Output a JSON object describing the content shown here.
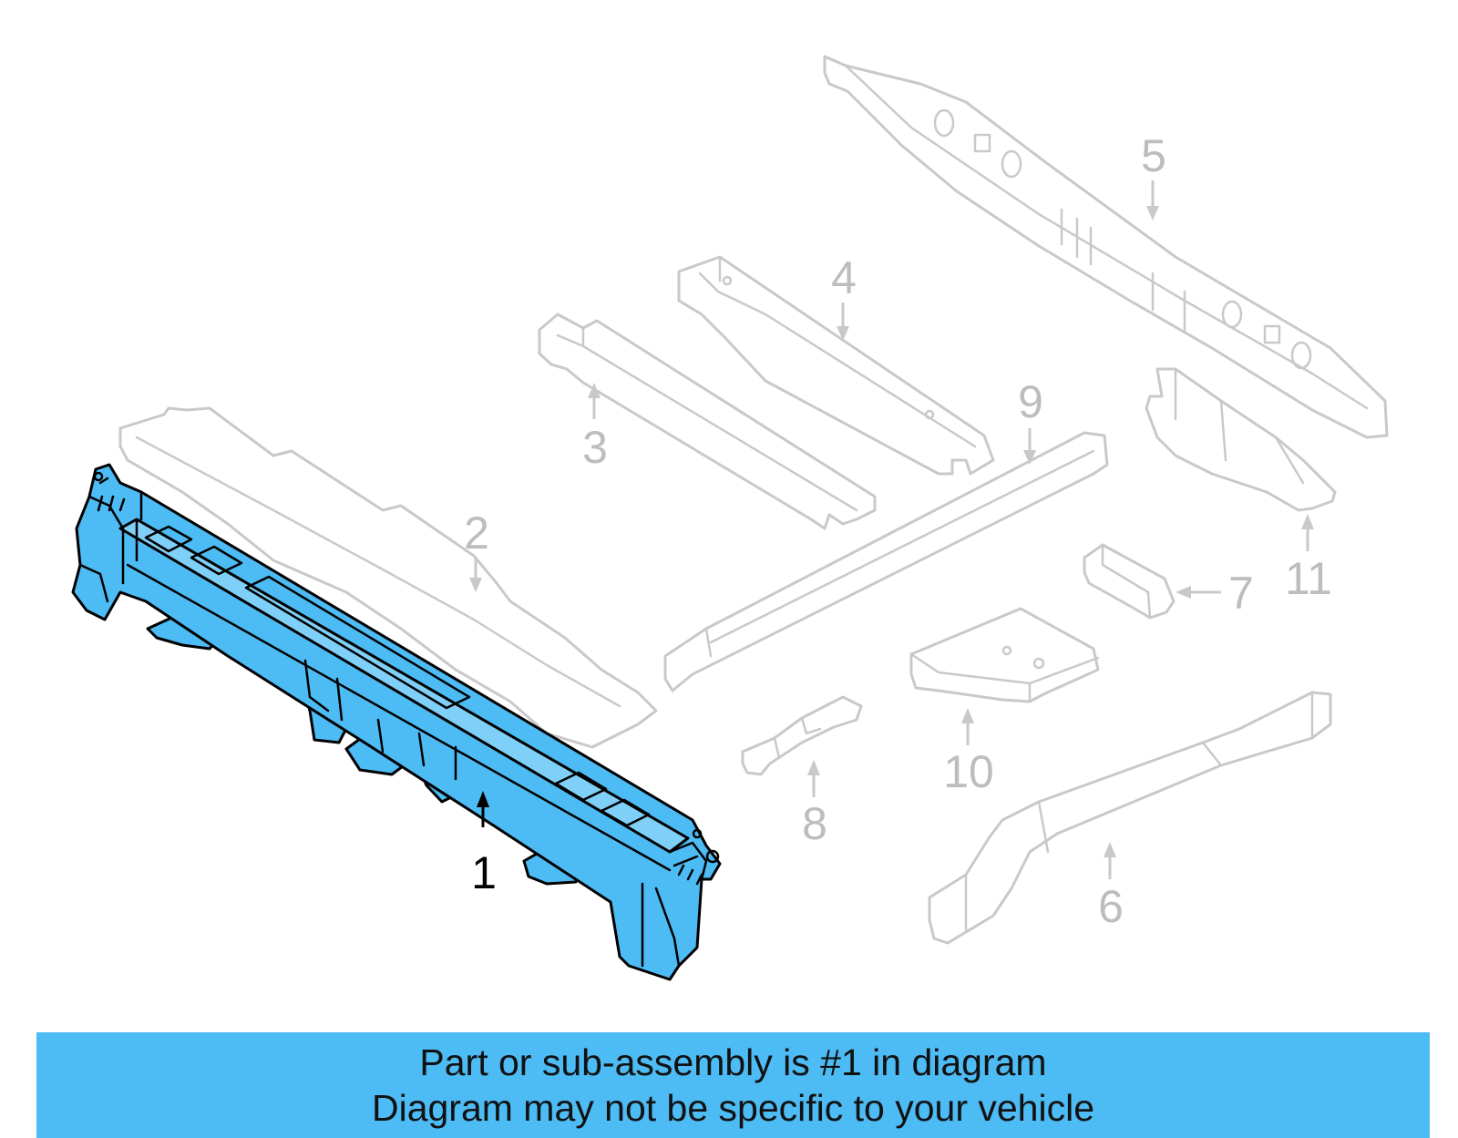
{
  "colors": {
    "highlight": "#4dbbf4",
    "highlight_dark": "#2f8fcf",
    "ghost": "#c9c9c9",
    "banner": "#4dbbf4"
  },
  "diagram": {
    "highlighted_part": "1",
    "callouts": {
      "c1": "1",
      "c2": "2",
      "c3": "3",
      "c4": "4",
      "c5": "5",
      "c6": "6",
      "c7": "7",
      "c8": "8",
      "c9": "9",
      "c10": "10",
      "c11": "11"
    }
  },
  "banner": {
    "line1": "Part or sub-assembly is #1 in diagram",
    "line2": "Diagram may not be specific to your vehicle"
  }
}
